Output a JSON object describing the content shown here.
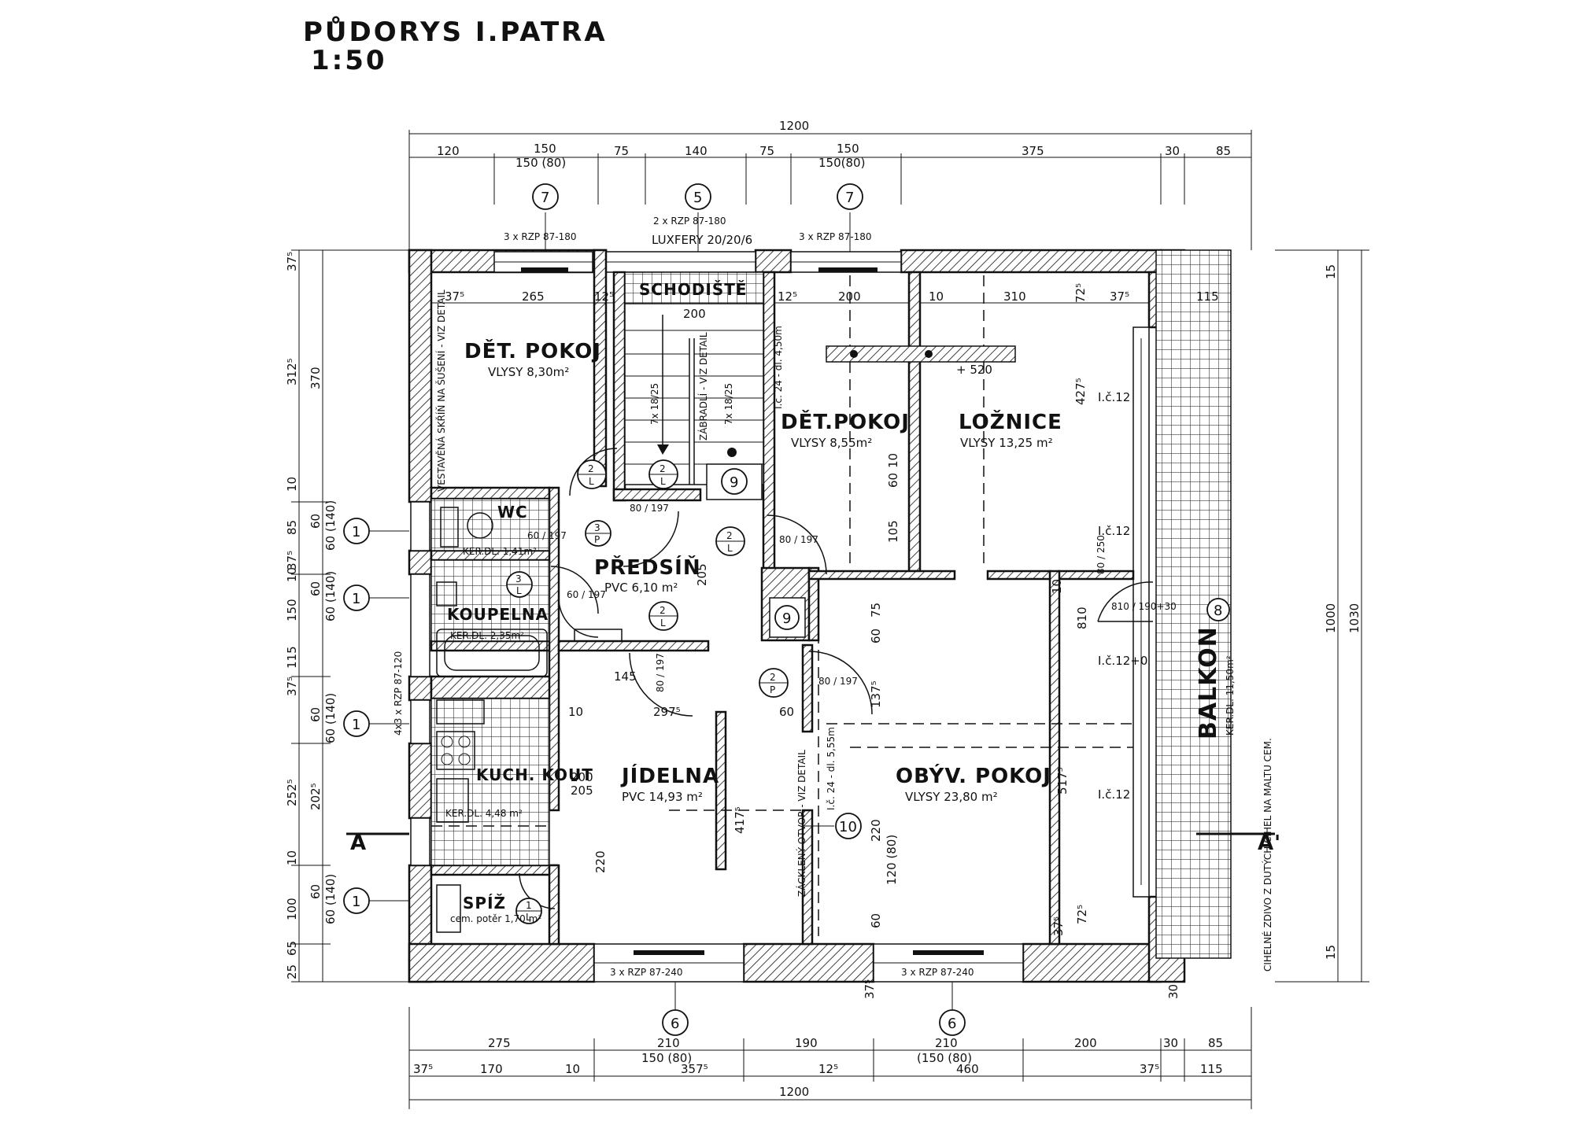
{
  "title": {
    "line1": "PŮDORYS  I.PATRA",
    "line2": "1:50"
  },
  "rooms": {
    "det_pokoj_1": {
      "name": "DĚT. POKOJ",
      "floor": "VLYSY 8,30m²"
    },
    "schodiste": {
      "name": "SCHODIŠTĚ"
    },
    "det_pokoj_2": {
      "name": "DĚT.POKOJ",
      "floor": "VLYSY 8,55m²"
    },
    "loznice": {
      "name": "LOŽNICE",
      "floor": "VLYSY 13,25 m²"
    },
    "wc": {
      "name": "WC",
      "floor": "KER.DL. 1,41m²"
    },
    "predsin": {
      "name": "PŘEDSÍŇ",
      "floor": "PVC 6,10 m²"
    },
    "koupelna": {
      "name": "KOUPELNA",
      "floor": "KER.DL. 2,35m²"
    },
    "kuch_kout": {
      "name": "KUCH. KOUT",
      "floor": "KER.DL. 4,48 m²"
    },
    "jidelna": {
      "name": "JÍDELNA",
      "floor": "PVC 14,93 m²"
    },
    "obyv_pokoj": {
      "name": "OBÝV. POKOJ",
      "floor": "VLYSY 23,80 m²"
    },
    "spiz": {
      "name": "SPÍŽ",
      "floor": "cem. potěr 1,70 m²"
    },
    "balkon": {
      "name": "BALKON",
      "floor": "KER.DL. 11,50m²"
    }
  },
  "notes": {
    "window_top_left": "3 x RZP 87-180",
    "window_top_mid": "2 x RZP 87-180",
    "luxfery": "LUXFERY 20/20/6",
    "window_top_right": "3 x RZP 87-180",
    "window_bottom_left": "3 x RZP 87-240",
    "window_bottom_right": "3 x RZP 87-240",
    "window_left": "4x3 x RZP 87-120",
    "wardrobe": "VESTAVĚNÁ SKŘÍŇ NA ŠUŠENÍ - VIZ DETAIL",
    "stair_1": "7x 18/25",
    "stair_2": "7x 18/25",
    "railing": "ZÁBRADLÍ - VIZ DETAIL",
    "lintel_1": "I.č. 24 - dl. 4,50m",
    "lintel_2": "I.č. 24 - dl. 5,55m",
    "recess": "ZÁCKLENÝ OTVOR - VIZ DETAIL",
    "level": "+ 520",
    "i12": "I.č.12",
    "i12p": "I.č.12+0",
    "brick": "CIHELNÉ ZDIVO Z DUTÝCH CIHEL NA MALTU CEM.",
    "section_a": "A",
    "section_a2": "A'"
  },
  "dims_top": {
    "total": "1200",
    "d1": "120",
    "d2": "150",
    "d2b": "150 (80)",
    "d3": "75",
    "d4": "140",
    "d5": "75",
    "d6": "150",
    "d6b": "150(80)",
    "d7": "375",
    "d8": "30",
    "d9": "85"
  },
  "dims_bottom": {
    "total": "1200",
    "d1": "275",
    "d2": "210",
    "d2b": "150 (80)",
    "d3": "190",
    "d4": "210",
    "d4b": "(150 (80)",
    "d5": "200",
    "d6": "30",
    "d7": "85",
    "e1": "37⁵",
    "e2": "170",
    "e3": "10",
    "e4": "357⁵",
    "e5": "12⁵",
    "e6": "460",
    "e7": "37⁵",
    "e8": "115"
  },
  "dims_left": {
    "a1": "37⁵",
    "a2": "312⁵",
    "a3": "10",
    "a4": "85",
    "a5": "37⁵",
    "a6": "10",
    "a7": "150",
    "a8": "115",
    "a9": "37⁵",
    "a10": "252⁵",
    "a11": "10",
    "a12": "100",
    "a13": "65",
    "a14": "25",
    "b1": "370",
    "b2": "60",
    "b3": "60 (140)",
    "b4": "60",
    "b5": "60 (140)",
    "b6": "60",
    "b7": "60 (140)",
    "b8": "202⁵",
    "b9": "60",
    "b10": "60 (140)"
  },
  "dims_right": {
    "r1": "15",
    "r2": "1000",
    "r3": "1030",
    "r4": "15"
  },
  "dims_inner": {
    "i1": "37⁵",
    "i2": "265",
    "i3": "12⁵",
    "i4": "200",
    "i5": "12⁵",
    "i6": "200",
    "i7": "10",
    "i8": "310",
    "i9": "72⁵",
    "i10": "37⁵",
    "i11": "115",
    "i12": "427⁵",
    "i13": "10",
    "i14": "105",
    "i15": "60",
    "i16": "205",
    "i17": "145",
    "i18": "297⁵",
    "i19": "10",
    "i20": "60",
    "i21": "200",
    "i22": "205",
    "i23": "220",
    "i24": "417⁵",
    "i25": "137⁵",
    "i26": "220",
    "i27": "120 (80)",
    "i28": "60",
    "i29": "517⁵",
    "i30": "810",
    "i31": "72⁵",
    "i32": "37⁵",
    "i33": "80 / 197",
    "i34": "60 / 197",
    "i35": "80 / 250",
    "i36": "810 / 190+30",
    "i37": "60 / 197",
    "i38": "80 / 197",
    "i39": "80 / 197",
    "i40": "80 / 197",
    "i41": "75",
    "i42": "10",
    "i43": "60",
    "i44": "37⁵",
    "i45": "30"
  },
  "markers": {
    "m7a": "7",
    "m5": "5",
    "m7b": "7",
    "m1a": "1",
    "m1b": "1",
    "m1c": "1",
    "m1d": "1",
    "m6a": "6",
    "m6b": "6",
    "m9a": "9",
    "m9b": "9",
    "m10": "10",
    "m8": "8",
    "d2L_a": "2",
    "d2L_a2": "L",
    "d2L_b": "2",
    "d2L_b2": "L",
    "d3P": "3",
    "d3P2": "P",
    "d2L_c": "2",
    "d2L_c2": "L",
    "d3L": "3",
    "d3L2": "L",
    "d2L_d": "2",
    "d2L_d2": "L",
    "d2P": "2",
    "d2P2": "P",
    "d1L": "1",
    "d1L2": "L"
  }
}
